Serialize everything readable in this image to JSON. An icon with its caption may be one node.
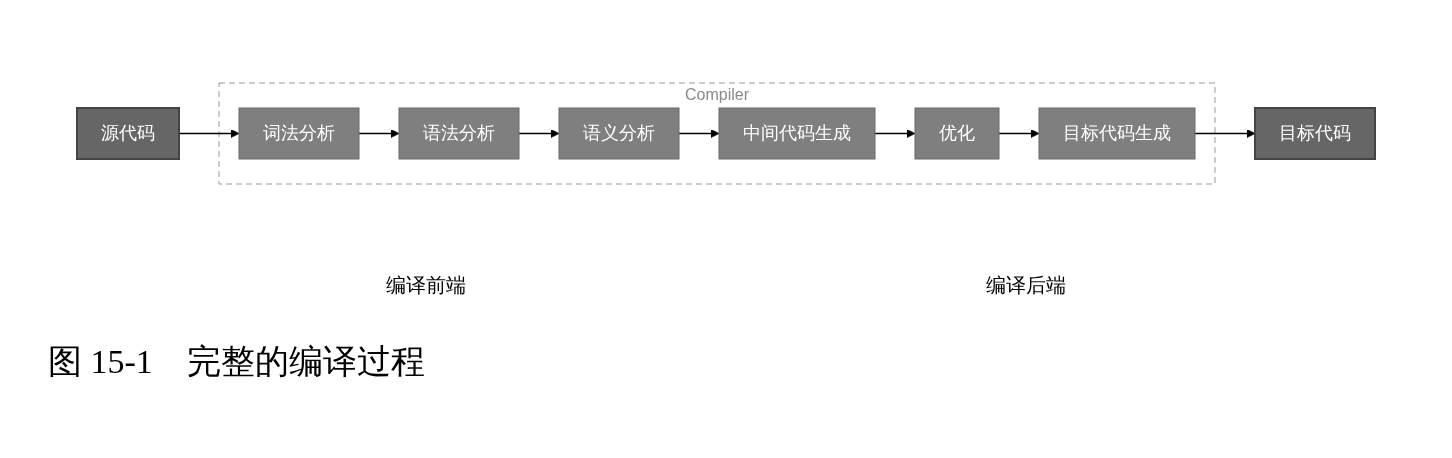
{
  "diagram": {
    "caption": "图 15-1　完整的编译过程",
    "nodes": [
      {
        "text": [
          "源代码"
        ]
      },
      {
        "text": [
          "Compiler"
        ]
      },
      {
        "text": [
          "词法分析"
        ],
        "in": 1
      },
      {
        "text": [
          "语法分析"
        ],
        "in": 1
      },
      {
        "text": [
          "语义分析"
        ],
        "in": 1
      },
      {
        "text": [
          "中间代码生成"
        ],
        "in": 1
      },
      {
        "text": [
          "优化"
        ],
        "in": 1
      },
      {
        "text": [
          "目标代码生成"
        ],
        "in": 1
      },
      {
        "text": [
          "目标代码"
        ]
      }
    ],
    "edges": [
      {
        "from": 0,
        "to": 2,
        "arrow": "to"
      },
      {
        "from": 2,
        "to": 3,
        "arrow": "to"
      },
      {
        "from": 3,
        "to": 4,
        "arrow": "to"
      },
      {
        "from": 4,
        "to": 5,
        "arrow": "to"
      },
      {
        "from": 5,
        "to": 6,
        "arrow": "to"
      },
      {
        "from": 6,
        "to": 7,
        "arrow": "to"
      },
      {
        "from": 7,
        "to": 8,
        "arrow": "to"
      }
    ],
    "labels": [
      "编译前端",
      "编译后端"
    ]
  }
}
